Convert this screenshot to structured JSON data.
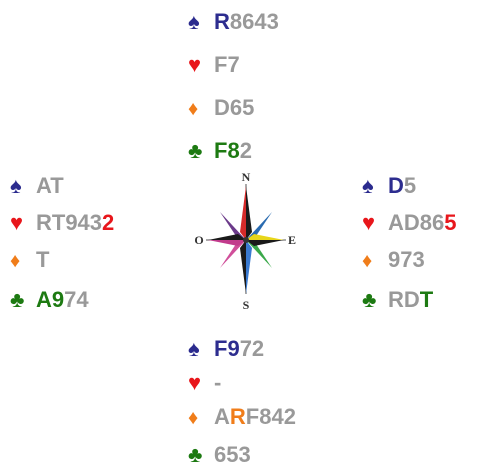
{
  "north": {
    "spades": [
      {
        "t": "R",
        "c": "blue"
      },
      {
        "t": "8643",
        "c": "gray"
      }
    ],
    "hearts": [
      {
        "t": "F7",
        "c": "gray"
      }
    ],
    "diamonds": [
      {
        "t": "D65",
        "c": "gray"
      }
    ],
    "clubs": [
      {
        "t": "F8",
        "c": "green"
      },
      {
        "t": "2",
        "c": "gray"
      }
    ]
  },
  "west": {
    "spades": [
      {
        "t": "AT",
        "c": "gray"
      }
    ],
    "hearts": [
      {
        "t": "RT943",
        "c": "gray"
      },
      {
        "t": "2",
        "c": "red"
      }
    ],
    "diamonds": [
      {
        "t": "T",
        "c": "gray"
      }
    ],
    "clubs": [
      {
        "t": "A9",
        "c": "green"
      },
      {
        "t": "74",
        "c": "gray"
      }
    ]
  },
  "east": {
    "spades": [
      {
        "t": "D",
        "c": "blue"
      },
      {
        "t": "5",
        "c": "gray"
      }
    ],
    "hearts": [
      {
        "t": "AD86",
        "c": "gray"
      },
      {
        "t": "5",
        "c": "red"
      }
    ],
    "diamonds": [
      {
        "t": "973",
        "c": "gray"
      }
    ],
    "clubs": [
      {
        "t": "RD",
        "c": "gray"
      },
      {
        "t": "T",
        "c": "green"
      }
    ]
  },
  "south": {
    "spades": [
      {
        "t": "F9",
        "c": "blue"
      },
      {
        "t": "72",
        "c": "gray"
      }
    ],
    "hearts": [
      {
        "t": "-",
        "c": "gray"
      }
    ],
    "diamonds": [
      {
        "t": "A",
        "c": "gray"
      },
      {
        "t": "R",
        "c": "orange"
      },
      {
        "t": "F842",
        "c": "gray"
      }
    ],
    "clubs": [
      {
        "t": "653",
        "c": "gray"
      }
    ]
  },
  "compass": {
    "n": "N",
    "s": "S",
    "e": "E",
    "w": "O"
  },
  "colors": {
    "spade": "#2b2b8e",
    "heart": "#e8161b",
    "diamond": "#f07d1a",
    "club": "#1d7a12",
    "gray": "#999999"
  },
  "icons": {
    "spade": "spade-icon",
    "heart": "heart-icon",
    "diamond": "diamond-icon",
    "club": "club-icon"
  }
}
